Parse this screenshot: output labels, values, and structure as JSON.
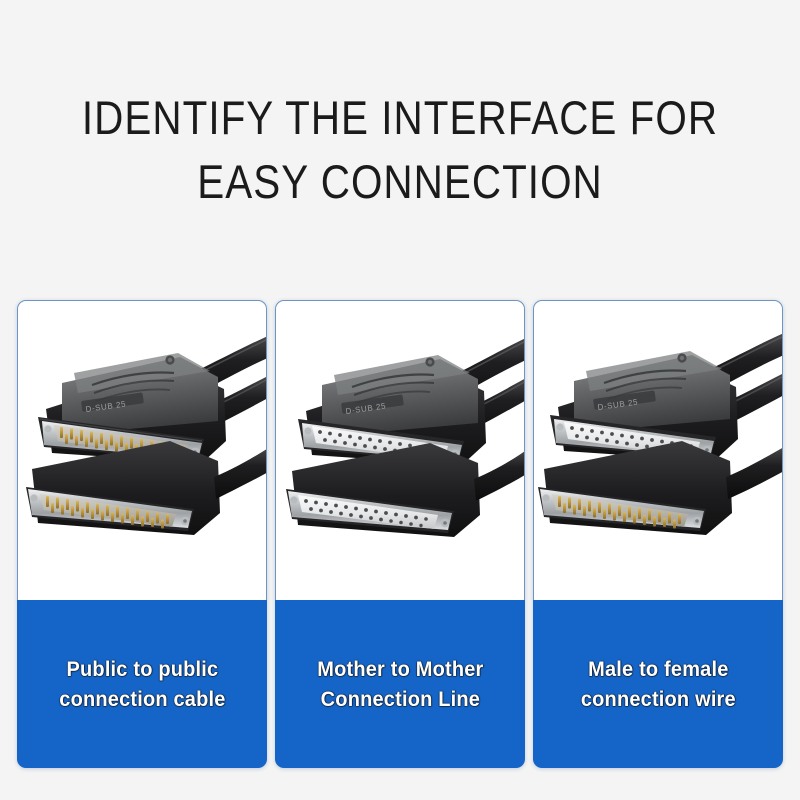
{
  "heading": {
    "line1": "IDENTIFY THE INTERFACE FOR",
    "line2": "EASY CONNECTION"
  },
  "colors": {
    "background": "#f4f4f4",
    "caption_blue": "#1565c8",
    "panel_border": "#6d95c4",
    "panel_fill": "#ffffff",
    "title_text": "#1b1b1b",
    "caption_text": "#ffffff",
    "connector_shell_dark": "#2b2b2d",
    "connector_shell_grey": "#6f7173",
    "connector_metal": "#c9ccce",
    "pin_gold": "#c7a44a",
    "socket_white": "#e9eaec",
    "cable_black": "#1c1c1e"
  },
  "panels": [
    {
      "id": "panel-male-male",
      "caption_line1": "Public to public",
      "caption_line2": "connection cable",
      "image": {
        "alt": "DB25 cable with two male connectors",
        "top_connector": "male",
        "bottom_connector": "male",
        "shell_label": "D-SUB 25",
        "cable_count": 2
      }
    },
    {
      "id": "panel-female-female",
      "caption_line1": "Mother to Mother",
      "caption_line2": "Connection Line",
      "image": {
        "alt": "DB25 cable with two female connectors",
        "top_connector": "female",
        "bottom_connector": "female",
        "shell_label": "D-SUB 25",
        "cable_count": 2
      }
    },
    {
      "id": "panel-female-male",
      "caption_line1": "Male to female",
      "caption_line2": "connection wire",
      "image": {
        "alt": "DB25 cable with one female and one male connector",
        "top_connector": "female",
        "bottom_connector": "male",
        "shell_label": "D-SUB 25",
        "cable_count": 2
      }
    }
  ]
}
